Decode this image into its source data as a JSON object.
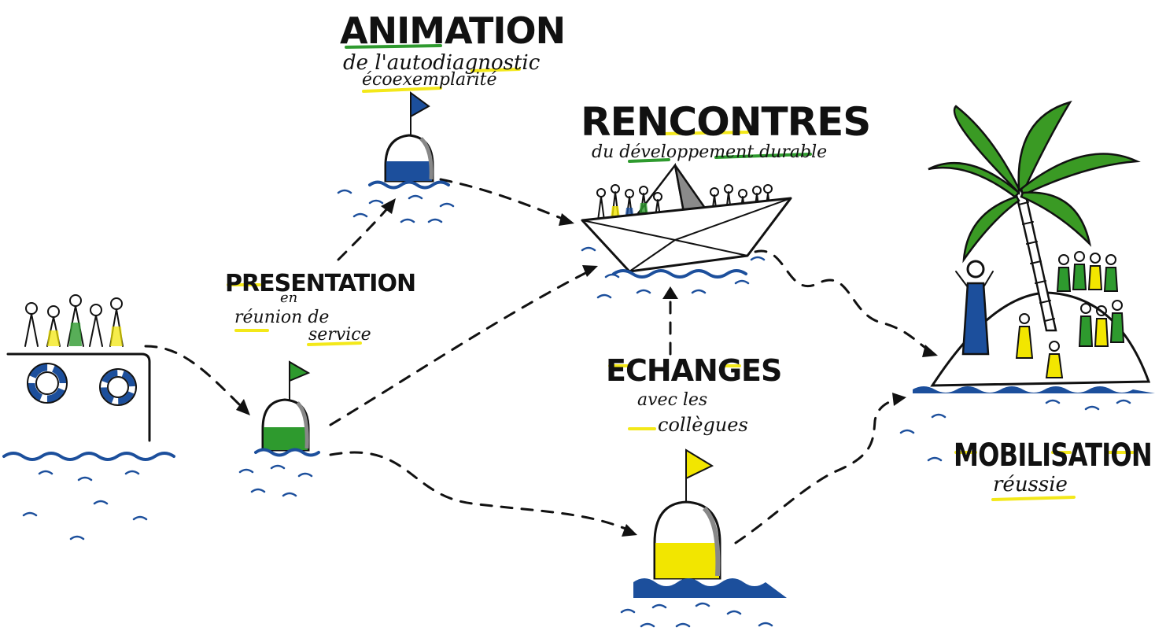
{
  "nodes": {
    "animation": {
      "title": "ANIMATION",
      "subtitle_1": "de l'autodiagnostic",
      "subtitle_2": "écoexemplarité"
    },
    "rencontres": {
      "title": "RENCONTRES",
      "subtitle": "du développement durable"
    },
    "presentation": {
      "title": "PRESENTATION",
      "subtitle_1": "en",
      "subtitle_2": "réunion de",
      "subtitle_3": "service"
    },
    "echanges": {
      "title": "ECHANGES",
      "subtitle_1": "avec les",
      "subtitle_2": "collègues"
    },
    "mobilisation": {
      "title": "MOBILISATION",
      "subtitle": "réussie"
    }
  },
  "colors": {
    "blue": "#1c4f9c",
    "green": "#2e9a2e",
    "yellow": "#f2e600",
    "ink": "#111111",
    "palm": "#3a9a24"
  },
  "icons": [
    "ship-icon",
    "lifebuoy-icon",
    "buoy-icon",
    "paper-boat-icon",
    "island-icon",
    "palm-tree-icon",
    "people-icon"
  ]
}
